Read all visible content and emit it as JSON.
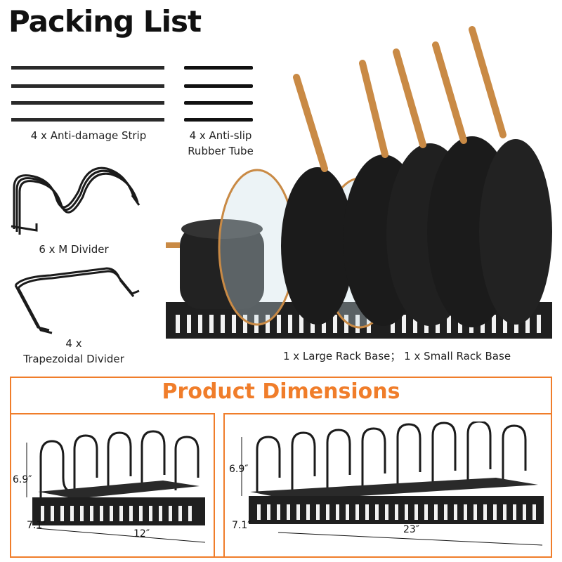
{
  "title": "Packing List",
  "items": {
    "strip": "4 x Anti-damage Strip",
    "tube_line1": "4 x Anti-slip",
    "tube_line2": "Rubber Tube",
    "m_divider": "6 x M Divider",
    "trap_line1": "4 x",
    "trap_line2": "Trapezoidal Divider",
    "bases": "1 x Large Rack Base； 1 x Small Rack Base"
  },
  "dimensions": {
    "title": "Product Dimensions",
    "small": {
      "height": "6.9″",
      "depth": "7.1″",
      "length": "12″"
    },
    "large": {
      "height": "6.9″",
      "depth": "7.1″",
      "length": "23″"
    }
  },
  "colors": {
    "accent": "#f07d2a",
    "metal": "#1b1b1b",
    "copper": "#c98a45"
  }
}
